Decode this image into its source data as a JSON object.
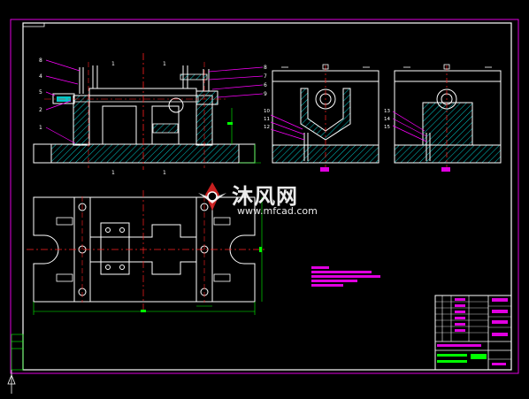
{
  "watermark": {
    "brand_cn": "沐风网",
    "url": "www.mfcad.com"
  },
  "front_view": {
    "labels": [
      "8",
      "4",
      "5",
      "2",
      "1"
    ],
    "right_labels": [
      "8",
      "7",
      "6",
      "9"
    ],
    "top_marks": [
      "1",
      "1"
    ],
    "bottom_marks": [
      "1",
      "1"
    ]
  },
  "section_view_1": {
    "labels": [
      "10",
      "11",
      "12"
    ]
  },
  "section_view_2": {
    "labels": [
      "13",
      "14",
      "15"
    ]
  },
  "colors": {
    "border": "#e000e0",
    "outline": "#ffffff",
    "hatch": "#00c8c8",
    "center": "#ff2020",
    "dim": "#00ff00",
    "yellow": "#ffff00",
    "leader": "#ff00ff"
  }
}
